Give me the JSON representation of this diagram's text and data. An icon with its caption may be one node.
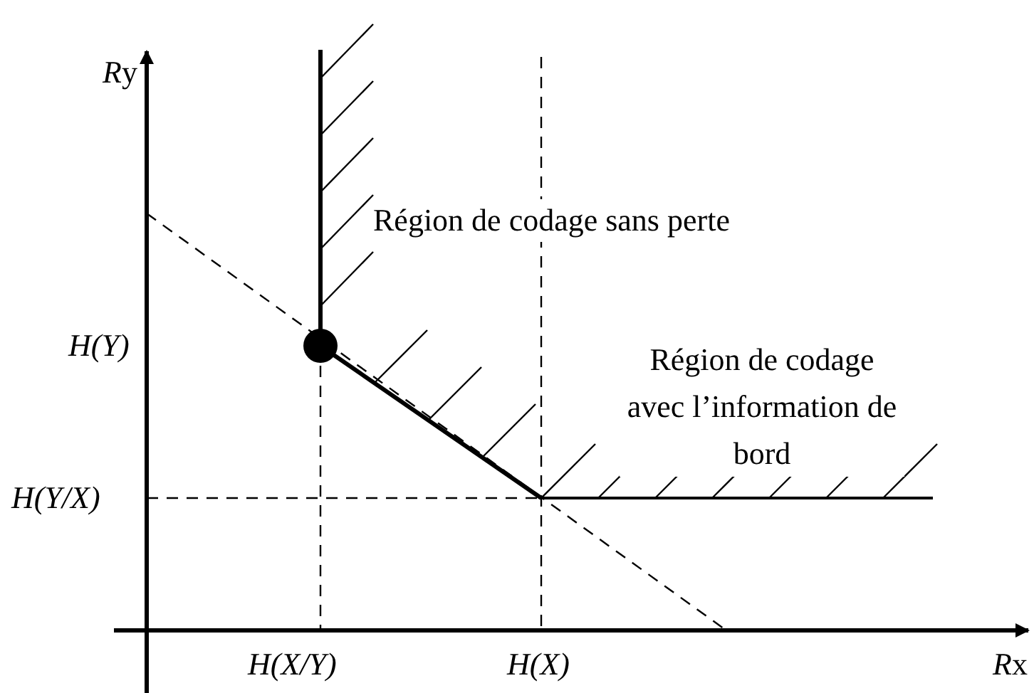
{
  "diagram": {
    "labels": [
      "Ry",
      "Région de codage sans perte",
      "H(Y)",
      "Région de codage avec l’information de bord",
      "H(Y/X)",
      "H(X/Y)",
      "H(X)",
      "Rx"
    ]
  }
}
